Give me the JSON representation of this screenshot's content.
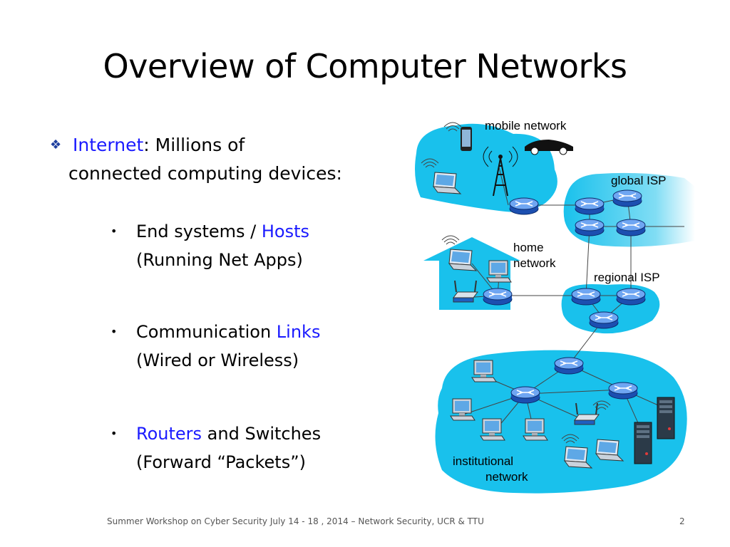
{
  "slide": {
    "title": "Overview of Computer Networks",
    "bullet_main": {
      "highlight": "Internet",
      "rest_line1": ": Millions of",
      "line2": "connected computing devices:"
    },
    "sub_bullets": [
      {
        "prefix": "End systems / ",
        "highlight": "Hosts",
        "suffix": "",
        "line2": "(Running Net Apps)"
      },
      {
        "prefix": "Communication ",
        "highlight": "Links",
        "suffix": "",
        "line2": "(Wired or Wireless)"
      },
      {
        "prefix": "",
        "highlight": "Routers",
        "suffix": " and Switches",
        "line2": "(Forward “Packets”)"
      }
    ],
    "footer": "Summer Workshop on Cyber Security July 14 - 18 , 2014 – Network Security, UCR & TTU",
    "page_number": "2"
  },
  "diagram": {
    "labels": {
      "mobile": "mobile network",
      "global": "global ISP",
      "home_1": "home",
      "home_2": "network",
      "regional": "regional ISP",
      "inst_1": "institutional",
      "inst_2": "network"
    },
    "colors": {
      "cloud": "#19c1ec",
      "router": "#2a6ad8",
      "accent_blue": "#1a1aff"
    }
  }
}
